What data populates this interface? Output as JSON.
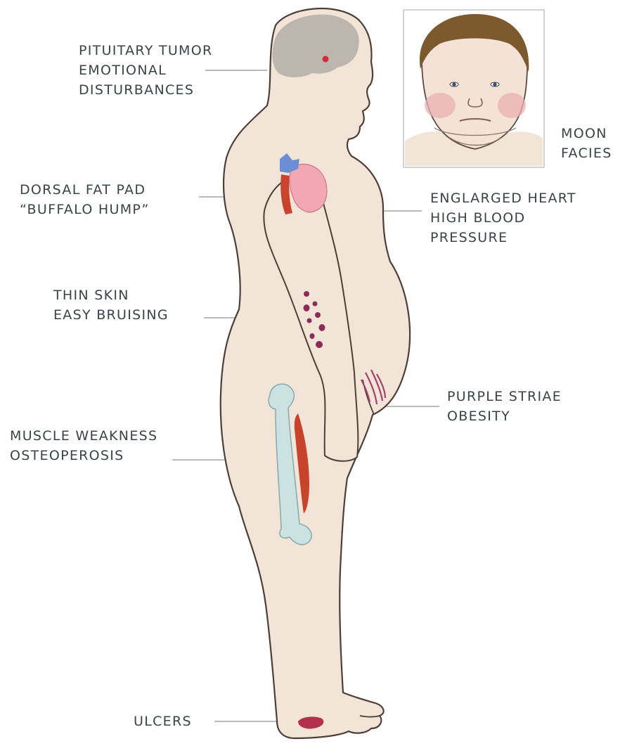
{
  "colors": {
    "skin": "#f2e3d7",
    "outline": "#4a3d36",
    "brain": "#b8b0a9",
    "heart": "#f0a2ad",
    "bone": "#c9e1e2",
    "muscle": "#c8432c",
    "bruise": "#8e2a52",
    "striae": "#a5406a",
    "ulcer": "#b1304a",
    "leader_line": "#9a9a9a",
    "text": "#3d4249"
  },
  "labels": {
    "pituitary": {
      "line1": "PITUITARY TUMOR",
      "line2": "EMOTIONAL",
      "line3": "DISTURBANCES"
    },
    "moon": {
      "line1": "MOON",
      "line2": "FACIES"
    },
    "dorsal": {
      "line1": "DORSAL FAT PAD",
      "line2": "“BUFFALO HUMP”"
    },
    "heart": {
      "line1": "ENGLARGED HEART",
      "line2": "HIGH BLOOD",
      "line3": "PRESSURE"
    },
    "skin": {
      "line1": "THIN SKIN",
      "line2": "EASY BRUISING"
    },
    "striae": {
      "line1": "PURPLE STRIAE",
      "line2": "OBESITY"
    },
    "muscle": {
      "line1": "MUSCLE WEAKNESS",
      "line2": "OSTEOPEROSIS"
    },
    "ulcers": {
      "line1": "ULCERS"
    }
  }
}
